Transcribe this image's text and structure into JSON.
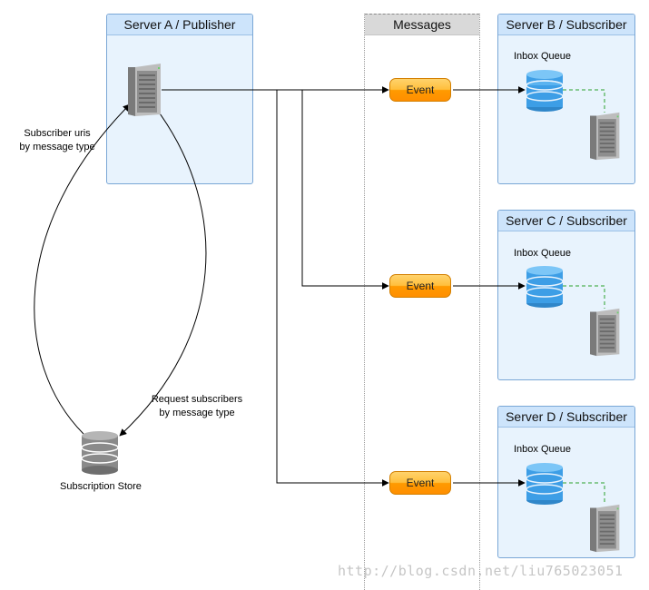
{
  "publisher": {
    "title": "Server A / Publisher"
  },
  "lane": {
    "title": "Messages"
  },
  "subscribers": [
    {
      "title": "Server B / Subscriber",
      "queue_label": "Inbox Queue"
    },
    {
      "title": "Server C / Subscriber",
      "queue_label": "Inbox Queue"
    },
    {
      "title": "Server D / Subscriber",
      "queue_label": "Inbox Queue"
    }
  ],
  "events": [
    {
      "label": "Event"
    },
    {
      "label": "Event"
    },
    {
      "label": "Event"
    }
  ],
  "store": {
    "label": "Subscription Store"
  },
  "edges": {
    "uris_line1": "Subscriber uris",
    "uris_line2": "by message type",
    "request_line1": "Request subscribers",
    "request_line2": "by message type"
  },
  "watermark": "http://blog.csdn.net/liu765023051",
  "colors": {
    "box_fill": "#e8f3fd",
    "box_border": "#7aa7d6",
    "event_orange": "#ff9a00",
    "queue_blue": "#3d9ee6",
    "link_green": "#2aa02a"
  },
  "icons": {
    "server": "server-tower-icon",
    "queue": "database-cylinder-icon",
    "store": "database-cylinder-icon"
  }
}
